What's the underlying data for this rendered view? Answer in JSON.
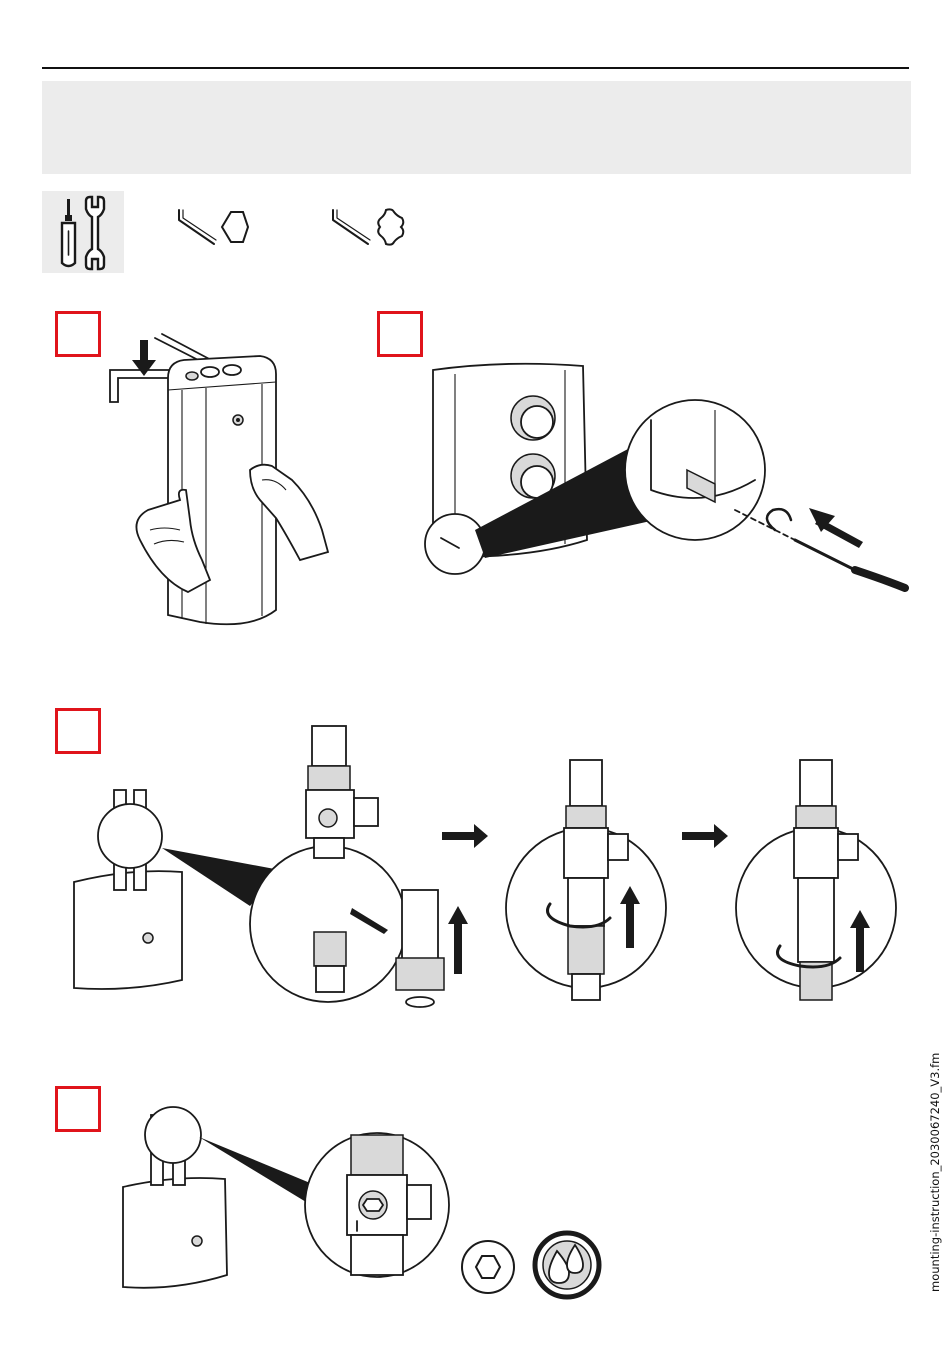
{
  "footer": {
    "filename": "mounting-instruction_2030067240_V3.fm"
  },
  "tools": {
    "icons": [
      "screwdriver-and-wrench-icon",
      "hex-key-icon",
      "torx-key-icon"
    ]
  },
  "steps": [
    {
      "id": "step-1",
      "number": ""
    },
    {
      "id": "step-2",
      "number": ""
    },
    {
      "id": "step-3",
      "number": ""
    },
    {
      "id": "step-4",
      "number": ""
    }
  ],
  "colors": {
    "step_frame": "#e0141b",
    "header_band": "#ececec",
    "line_art": "#1a1a1a"
  }
}
